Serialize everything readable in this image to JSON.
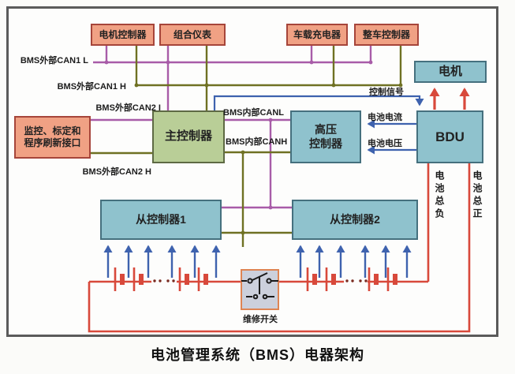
{
  "title": "电池管理系统（BMS）电器架构",
  "boxes": {
    "motor_controller": "电机控制器",
    "instrument_cluster": "组合仪表",
    "onboard_charger": "车载充电器",
    "vehicle_controller": "整车控制器",
    "monitor_line1": "监控、标定和",
    "monitor_line2": "程序刷新接口",
    "main_controller": "主控制器",
    "hv_line1": "高压",
    "hv_line2": "控制器",
    "bdu": "BDU",
    "motor": "电机",
    "slave1": "从控制器1",
    "slave2": "从控制器2"
  },
  "bus_labels": {
    "can1_l": "BMS外部CAN1 L",
    "can1_h": "BMS外部CAN1 H",
    "can2_l": "BMS外部CAN2 I",
    "can2_h": "BMS外部CAN2 H",
    "can_int_l": "BMS内部CANL",
    "can_int_h": "BMS内部CANH"
  },
  "signal_labels": {
    "control_signal": "控制信号",
    "battery_current": "电池电流",
    "battery_voltage": "电池电压",
    "pack_negative": "电池总负",
    "pack_positive": "电池总正"
  },
  "switch_label": "维修开关",
  "colors": {
    "can_purple": "#A85CA8",
    "can_olive": "#6F7123",
    "signal_blue": "#3E62AE",
    "power_red": "#D8493B",
    "box_salmon": "#F0A184",
    "box_green": "#B9CE97",
    "box_blue": "#8FC2CD",
    "switch_border_orange": "#DE8453"
  }
}
